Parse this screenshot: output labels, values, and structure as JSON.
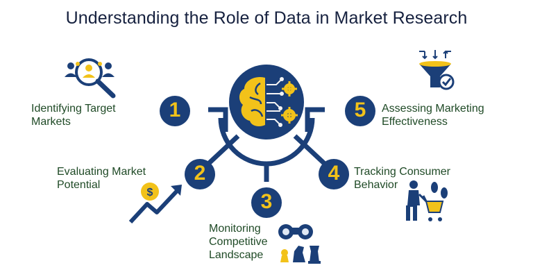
{
  "title": "Understanding the Role of Data in Market Research",
  "colors": {
    "navy": "#1b3f78",
    "gold": "#f2c21a",
    "green_text": "#1f4a26",
    "title_text": "#16213f"
  },
  "center_icon": "brain-gears-icon",
  "steps": [
    {
      "number": "1",
      "lines": [
        "Identifying Target",
        "Markets"
      ],
      "icon": "audience-magnifier-icon"
    },
    {
      "number": "2",
      "lines": [
        "Evaluating Market",
        "Potential"
      ],
      "icon": "rising-dollar-arrow-icon"
    },
    {
      "number": "3",
      "lines": [
        "Monitoring",
        "Competitive",
        "Landscape"
      ],
      "icon": "binoculars-chess-icon"
    },
    {
      "number": "4",
      "lines": [
        "Tracking Consumer",
        "Behavior"
      ],
      "icon": "shopper-cart-footprints-icon"
    },
    {
      "number": "5",
      "lines": [
        "Assessing Marketing",
        "Effectiveness"
      ],
      "icon": "funnel-check-icon"
    }
  ]
}
